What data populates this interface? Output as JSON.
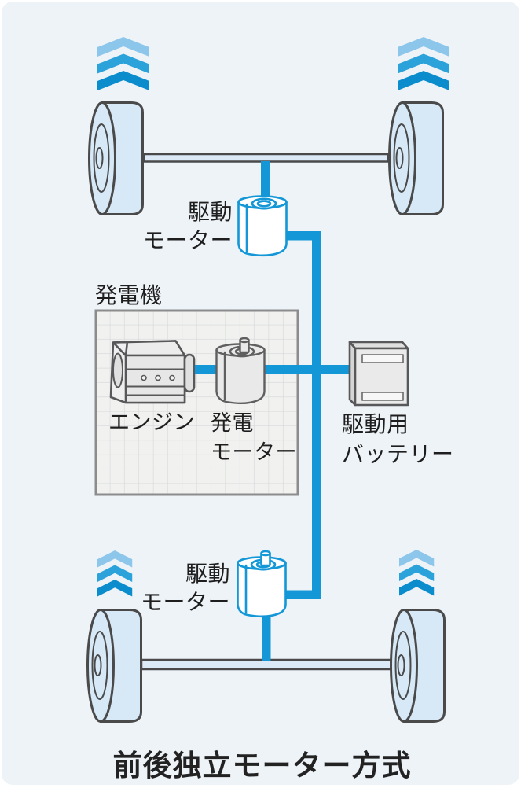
{
  "diagram": {
    "caption": "前後独立モーター方式",
    "front_unit": {
      "motor_label_line1": "駆動",
      "motor_label_line2": "モーター"
    },
    "rear_unit": {
      "motor_label_line1": "駆動",
      "motor_label_line2": "モーター"
    },
    "generator_unit": {
      "title": "発電機",
      "engine_label": "エンジン",
      "motor_label_line1": "発電",
      "motor_label_line2": "モーター"
    },
    "battery": {
      "label_line1": "駆動用",
      "label_line2": "バッテリー"
    },
    "icons": {
      "front_left_speed": "triple-chevron-up",
      "front_right_speed": "triple-chevron-up",
      "rear_left_speed": "triple-chevron-up",
      "rear_right_speed": "triple-chevron-up"
    },
    "colors": {
      "background": "#eef3f8",
      "power_line_blue": "#1397d6",
      "chevron_light": "#8cc6eb",
      "chevron_mid": "#2ba3da",
      "chevron_dark": "#0b8ccd",
      "wheel_fill": "#d7e8f7",
      "outline_dark": "#4a4a4a",
      "component_fill": "#e9e9e9",
      "component_outline": "#5f5f5f",
      "text": "#1e1e1e"
    }
  }
}
